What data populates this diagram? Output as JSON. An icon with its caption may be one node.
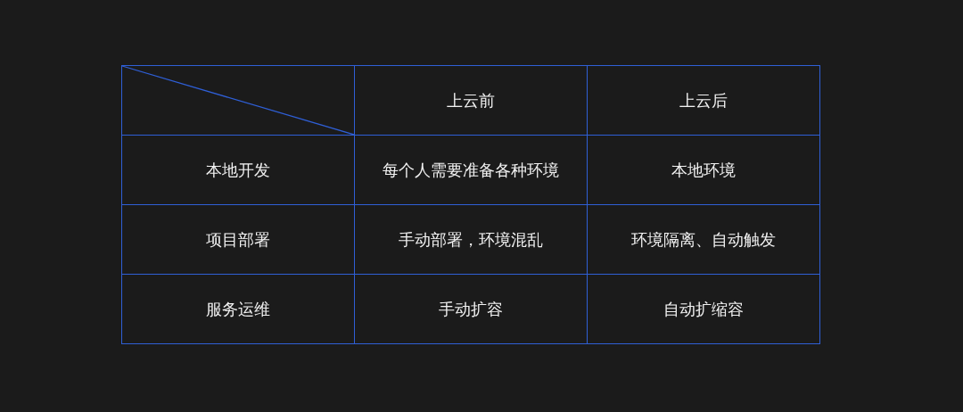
{
  "diagram": {
    "labels": [
      "上云前",
      "上云后",
      "本地开发",
      "每个人需要准备各种环境",
      "本地环境",
      "项目部署",
      "手动部署，环境混乱",
      "环境隔离、自动触发",
      "服务运维",
      "手动扩容",
      "自动扩缩容"
    ]
  }
}
